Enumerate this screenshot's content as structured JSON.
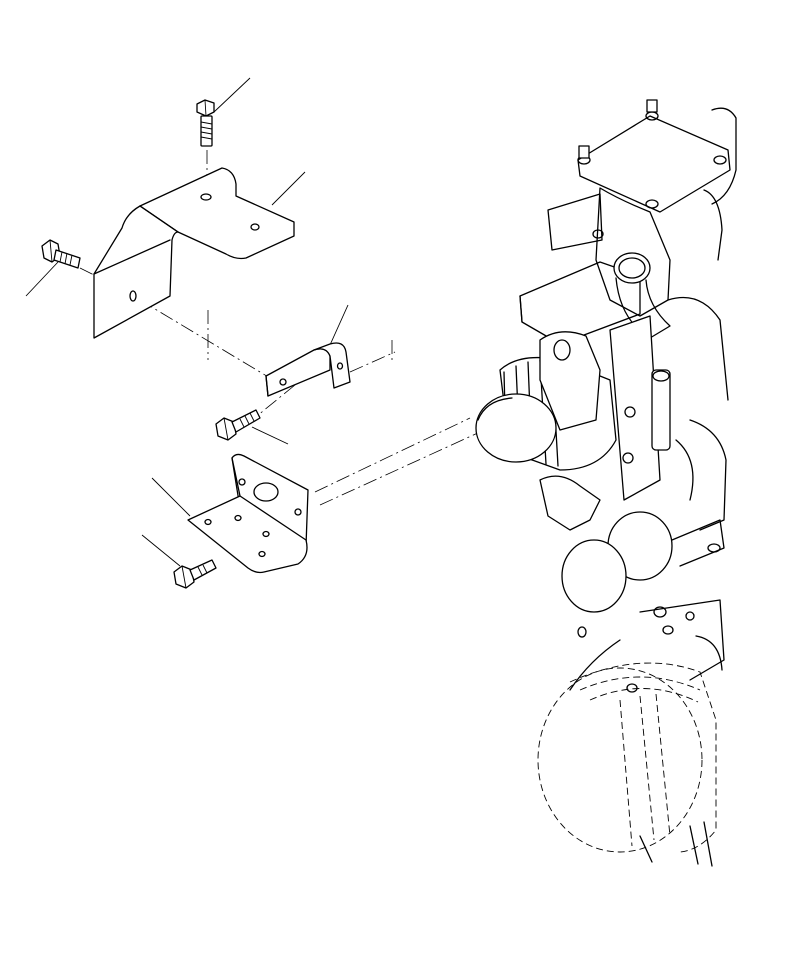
{
  "drawing": {
    "type": "exploded parts diagram",
    "parts": [
      {
        "name": "top-bolt"
      },
      {
        "name": "upper-bracket"
      },
      {
        "name": "side-bolt"
      },
      {
        "name": "small-strap-bracket"
      },
      {
        "name": "middle-bolt"
      },
      {
        "name": "lower-bracket"
      },
      {
        "name": "bottom-bolt"
      }
    ],
    "assembly": "engine-with-alternator-and-pulleys"
  }
}
